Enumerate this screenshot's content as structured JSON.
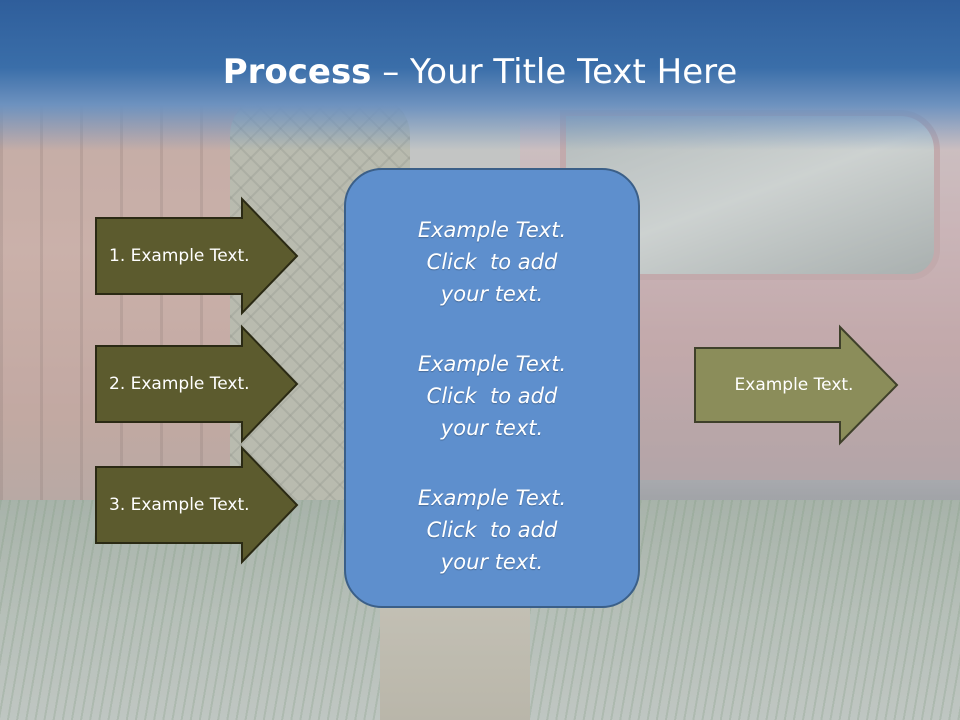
{
  "slide": {
    "title_bold": "Process",
    "title_rest": " – Your Title Text Here",
    "colors": {
      "title_band": "#2f5e9b",
      "left_arrow_fill": "#5c5b2e",
      "right_arrow_fill": "#8b8d5a",
      "panel_fill": "#5e8fcd",
      "panel_border": "#3b5f88"
    }
  },
  "left_arrows": [
    {
      "label": "1. Example Text."
    },
    {
      "label": "2. Example Text."
    },
    {
      "label": "3. Example Text."
    }
  ],
  "center_panel": {
    "blocks": [
      {
        "lines": [
          "Example Text.",
          "Click  to add",
          "your text."
        ]
      },
      {
        "lines": [
          "Example Text.",
          "Click  to add",
          "your text."
        ]
      },
      {
        "lines": [
          "Example Text.",
          "Click  to add",
          "your text."
        ]
      }
    ]
  },
  "right_arrow": {
    "label": "Example Text."
  }
}
